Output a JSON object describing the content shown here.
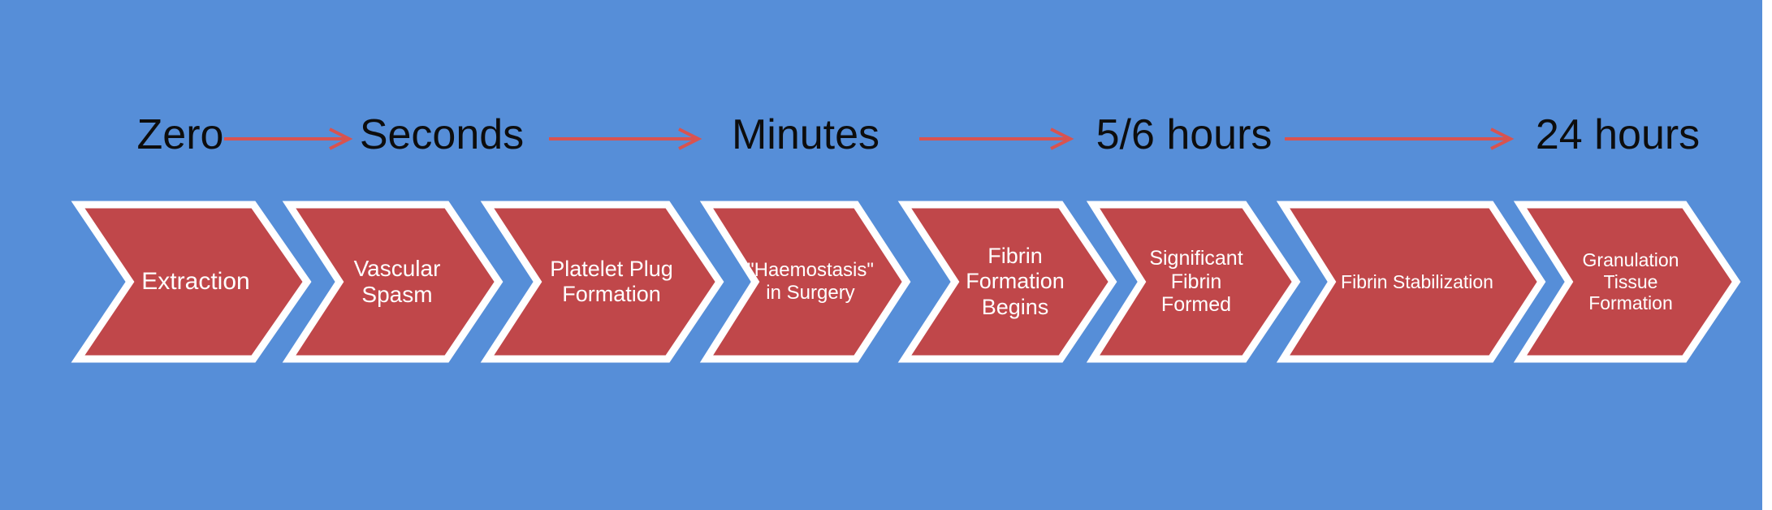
{
  "colors": {
    "background": "#568ed8",
    "chevron_fill": "#c0474a",
    "chevron_border": "#ffffff",
    "time_arrow": "#d9534f",
    "time_text": "#0d0d0d",
    "stage_text": "#ffffff"
  },
  "timeline": {
    "labels": [
      "Zero",
      "Seconds",
      "Minutes",
      "5/6 hours",
      "24 hours"
    ]
  },
  "stages": [
    {
      "label": "Extraction"
    },
    {
      "label": "Vascular\nSpasm"
    },
    {
      "label": "Platelet Plug\nFormation"
    },
    {
      "label": "\"Haemostasis\"\nin Surgery"
    },
    {
      "label": "Fibrin\nFormation\nBegins"
    },
    {
      "label": "Significant\nFibrin\nFormed"
    },
    {
      "label": "Fibrin Stabilization"
    },
    {
      "label": "Granulation\nTissue\nFormation"
    }
  ]
}
